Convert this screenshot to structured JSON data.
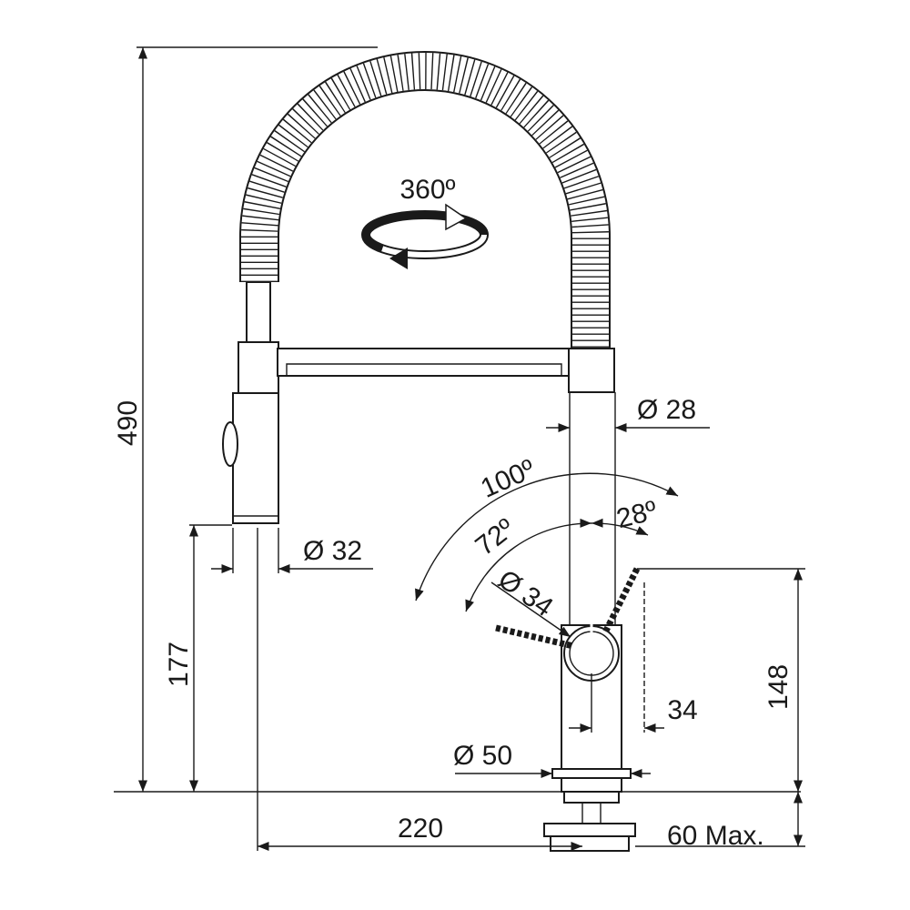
{
  "title": "Pull-out spray kitchen faucet dimension drawing",
  "dimensions": {
    "total_height": "490",
    "rotation": "360º",
    "spout_diameter": "Ø 28",
    "handle_range": "100º",
    "handle_angle_left": "72º",
    "handle_angle_right": "28º",
    "body_diameter": "Ø 34",
    "spray_head_diameter": "Ø 32",
    "spray_height": "177",
    "body_height": "148",
    "handle_offset": "34",
    "base_diameter": "Ø 50",
    "reach": "220",
    "deck_thickness": "60 Max."
  },
  "colors": {
    "line": "#1a1a1a",
    "background": "#ffffff"
  }
}
